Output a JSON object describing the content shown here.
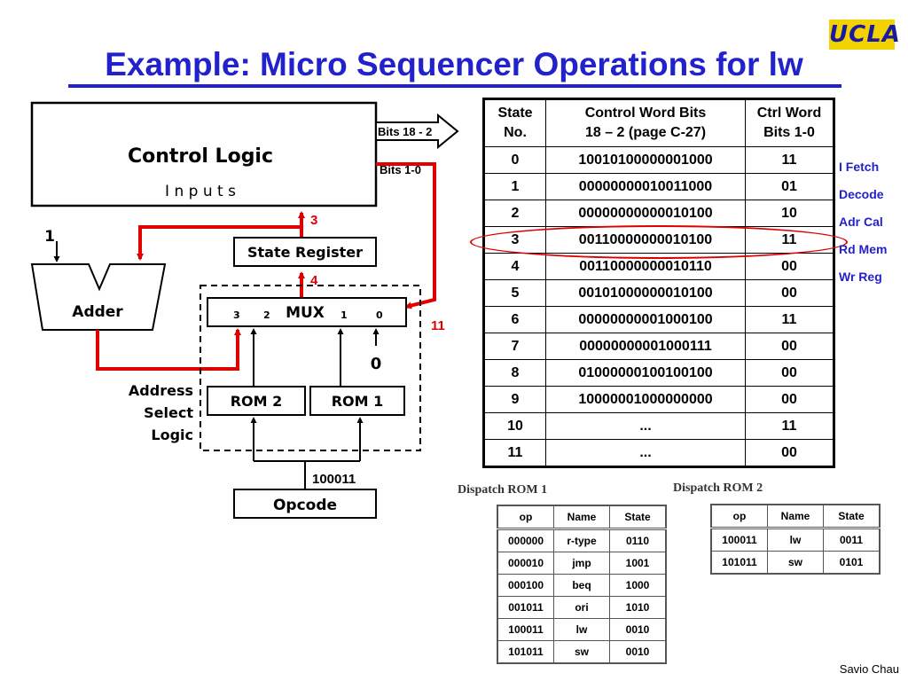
{
  "logo": "UCLA",
  "title": "Example: Micro Sequencer Operations for lw",
  "diagram": {
    "control_logic": "Control Logic",
    "inputs": "I n p u t s",
    "bits_18_2": "Bits 18 - 2",
    "bits_1_0": "Bits 1-0",
    "one": "1",
    "adder": "Adder",
    "state_register": "State Register",
    "mux": "MUX",
    "mux_in_3": "3",
    "mux_in_2": "2",
    "mux_in_1": "1",
    "mux_in_0": "0",
    "zero": "0",
    "rom2": "ROM 2",
    "rom1": "ROM 1",
    "address_select_logic": [
      "Address",
      "Select",
      "Logic"
    ],
    "opcode_value": "100011",
    "opcode": "Opcode",
    "red_3": "3",
    "red_4": "4",
    "red_11": "11",
    "colors": {
      "flow": "#e00000",
      "title": "#2222cc",
      "logo_bg": "#f2d200"
    }
  },
  "state_table": {
    "headers": [
      "State No.",
      "Control Word Bits 18 – 2 (page C-27)",
      "Ctrl Word Bits 1-0"
    ],
    "header_lines": [
      [
        "State",
        "No."
      ],
      [
        "Control Word Bits",
        "18 – 2 (page C-27)"
      ],
      [
        "Ctrl Word",
        "Bits 1-0"
      ]
    ],
    "rows": [
      [
        "0",
        "10010100000001000",
        "11"
      ],
      [
        "1",
        "00000000010011000",
        "01"
      ],
      [
        "2",
        "00000000000010100",
        "10"
      ],
      [
        "3",
        "00110000000010100",
        "11"
      ],
      [
        "4",
        "00110000000010110",
        "00"
      ],
      [
        "5",
        "00101000000010100",
        "00"
      ],
      [
        "6",
        "00000000001000100",
        "11"
      ],
      [
        "7",
        "00000000001000111",
        "00"
      ],
      [
        "8",
        "01000000100100100",
        "00"
      ],
      [
        "9",
        "10000001000000000",
        "00"
      ],
      [
        "10",
        "...",
        "11"
      ],
      [
        "11",
        "...",
        "00"
      ]
    ],
    "highlighted_state": "3"
  },
  "state_labels": [
    "I Fetch",
    "Decode",
    "Adr Cal",
    "Rd Mem",
    "Wr Reg"
  ],
  "dispatch_rom1": {
    "caption": "Dispatch ROM 1",
    "headers": [
      "op",
      "Name",
      "State"
    ],
    "rows": [
      [
        "000000",
        "r-type",
        "0110"
      ],
      [
        "000010",
        "jmp",
        "1001"
      ],
      [
        "000100",
        "beq",
        "1000"
      ],
      [
        "001011",
        "ori",
        "1010"
      ],
      [
        "100011",
        "lw",
        "0010"
      ],
      [
        "101011",
        "sw",
        "0010"
      ]
    ]
  },
  "dispatch_rom2": {
    "caption": "Dispatch ROM 2",
    "headers": [
      "op",
      "Name",
      "State"
    ],
    "rows": [
      [
        "100011",
        "lw",
        "0011"
      ],
      [
        "101011",
        "sw",
        "0101"
      ]
    ]
  },
  "credit": "Savio Chau"
}
